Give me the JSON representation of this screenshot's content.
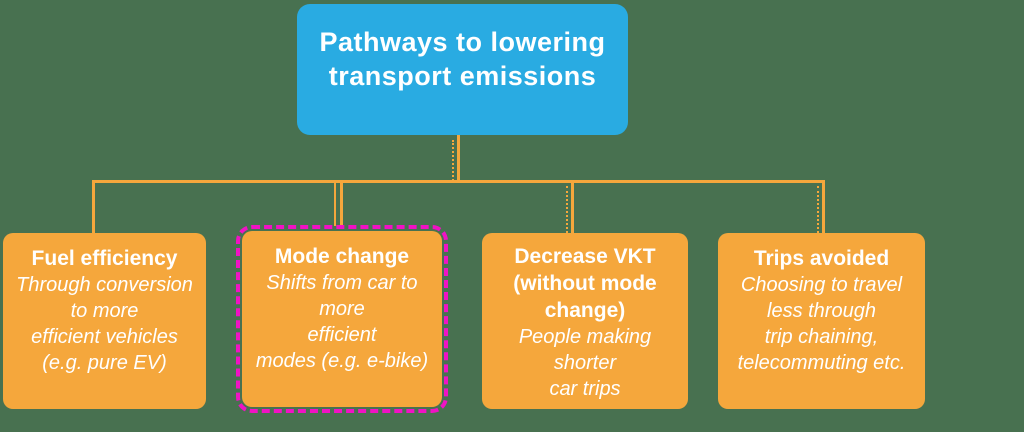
{
  "colors": {
    "background": "#487150",
    "root_fill": "#29ABE2",
    "branch_fill": "#F5A73C",
    "connector": "#F5A73C",
    "highlight": "#F012C4",
    "text": "#FFFFFF"
  },
  "root": {
    "title": "Pathways to lowering\ntransport emissions"
  },
  "branches": [
    {
      "id": "fuel-efficiency",
      "title": "Fuel efficiency",
      "body": "Through conversion\nto more\nefficient vehicles\n(e.g. pure EV)",
      "highlighted": false
    },
    {
      "id": "mode-change",
      "title": "Mode change",
      "body": "Shifts from car to\nmore\nefficient\nmodes (e.g. e-bike)",
      "highlighted": true
    },
    {
      "id": "decrease-vkt",
      "title": "Decrease VKT\n(without mode\nchange)",
      "body": "People making\nshorter\ncar trips",
      "highlighted": false
    },
    {
      "id": "trips-avoided",
      "title": "Trips avoided",
      "body": "Choosing to travel\nless through\ntrip chaining,\ntelecommuting etc.",
      "highlighted": false
    }
  ]
}
